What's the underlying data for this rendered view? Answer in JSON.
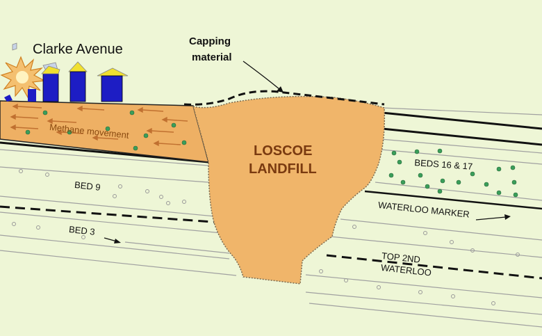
{
  "labels": {
    "clarke_avenue": "Clarke Avenue",
    "capping_material_line1": "Capping",
    "capping_material_line2": "material",
    "methane_movement": "Methane movement",
    "landfill_line1": "LOSCOE",
    "landfill_line2": "LANDFILL",
    "beds_16_17": "BEDS 16 & 17",
    "bed_9": "BED 9",
    "waterloo_marker": "WATERLOO MARKER",
    "bed_3": "BED 3",
    "top_2nd_line1": "TOP 2ND",
    "top_2nd_line2": "WATERLOO"
  },
  "colors": {
    "background": "#eef6d6",
    "landfill": "#f0b56a",
    "methane_zone": "#eeb064",
    "house_wall": "#1d1dc4",
    "house_roof": "#f0e030",
    "bed_line": "#9a9a9a",
    "dots_green": "#3a9e5a",
    "explosion": "#f4c070"
  },
  "icons": [
    "explosion-icon",
    "house-icon"
  ]
}
